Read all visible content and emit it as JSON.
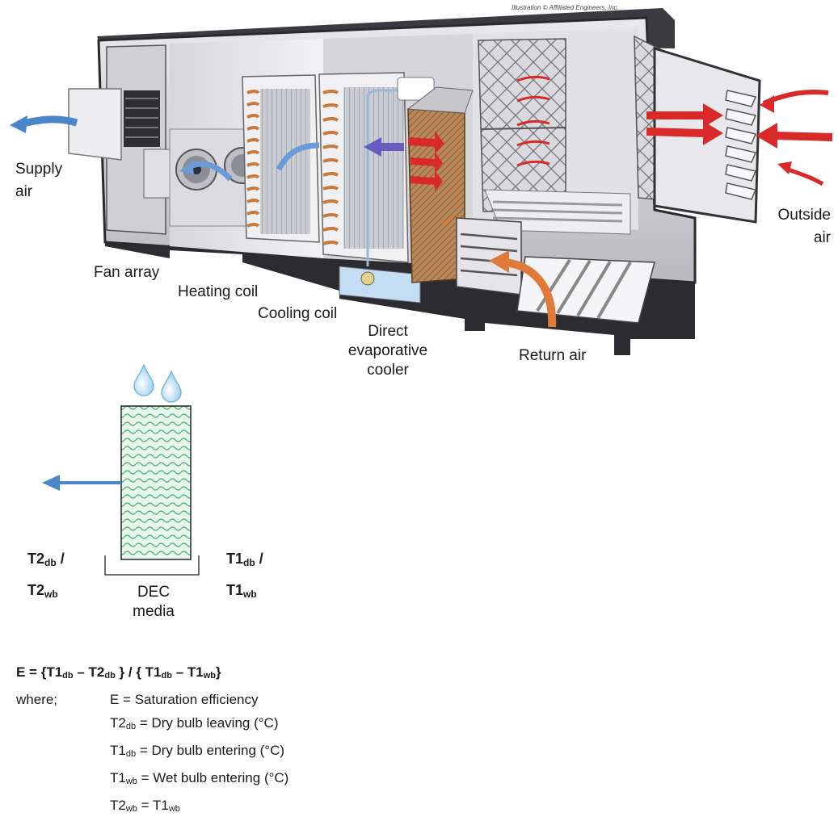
{
  "credit": "Illustration © Affiliated Engineers, Inc.",
  "ahu_labels": {
    "supply_air_line1": "Supply",
    "supply_air_line2": "air",
    "fan_array": "Fan array",
    "heating_coil": "Heating coil",
    "cooling_coil": "Cooling coil",
    "dec_line1": "Direct",
    "dec_line2": "evaporative",
    "dec_line3": "cooler",
    "return_air": "Return air",
    "outside_air_line1": "Outside",
    "outside_air_line2": "air"
  },
  "dec_diagram": {
    "t2_label": "T2",
    "t2_db_sub": "db",
    "t2_sep": " /",
    "t2_wb_sub": "wb",
    "t1_label": "T1",
    "t1_db_sub": "db",
    "t1_sep": " /",
    "t1_wb_sub": "wb",
    "media_line1": "DEC",
    "media_line2": "media"
  },
  "formula": {
    "eq_part1": "E = {T1",
    "eq_sub1": "db",
    "eq_part2": " – T2",
    "eq_sub2": "db",
    "eq_part3": " } /  { T1",
    "eq_sub3": "db",
    "eq_part4": " – T1",
    "eq_sub4": "wb",
    "eq_part5": "}",
    "where": "where;",
    "def1": "E = Saturation efficiency",
    "def2_a": "T2",
    "def2_sub": "db",
    "def2_b": " = Dry bulb leaving (°C)",
    "def3_a": "T1",
    "def3_sub": "db",
    "def3_b": " = Dry bulb entering (°C)",
    "def4_a": "T1",
    "def4_sub": "wb",
    "def4_b": " = Wet bulb entering (°C)",
    "def5_a": "T2",
    "def5_sub": "wb",
    "def5_b": " = T1",
    "def5_sub2": "wb"
  },
  "colors": {
    "supply_arrow": "#4a86c8",
    "hot_arrow": "#d92a2a",
    "return_arrow": "#e07a3a",
    "evap_arrow": "#6a5bc0",
    "media_fill": "#e8f5ec",
    "media_wave": "#4caf70"
  }
}
